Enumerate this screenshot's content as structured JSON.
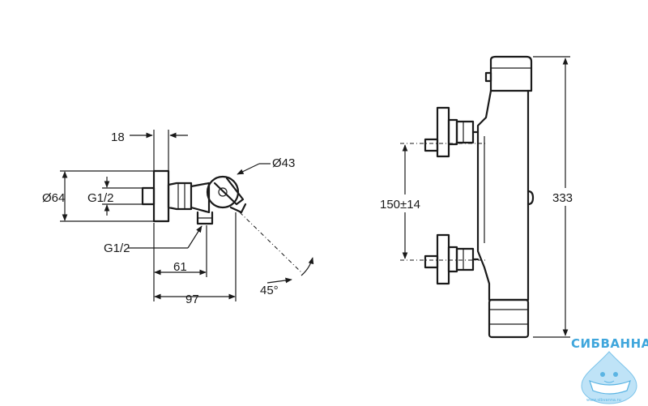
{
  "side_view": {
    "dim_width_top": "18",
    "dim_body_diameter": "Ø43",
    "dim_flange_diameter": "Ø64",
    "dim_thread_inlet": "G1/2",
    "dim_thread_outlet": "G1/2",
    "dim_depth_61": "61",
    "dim_depth_97": "97",
    "dim_angle": "45°"
  },
  "front_view": {
    "dim_spacing": "150±14",
    "dim_height": "333"
  },
  "watermark": {
    "brand": "СИБВАННА",
    "url": "www.sibvanna.ru"
  }
}
